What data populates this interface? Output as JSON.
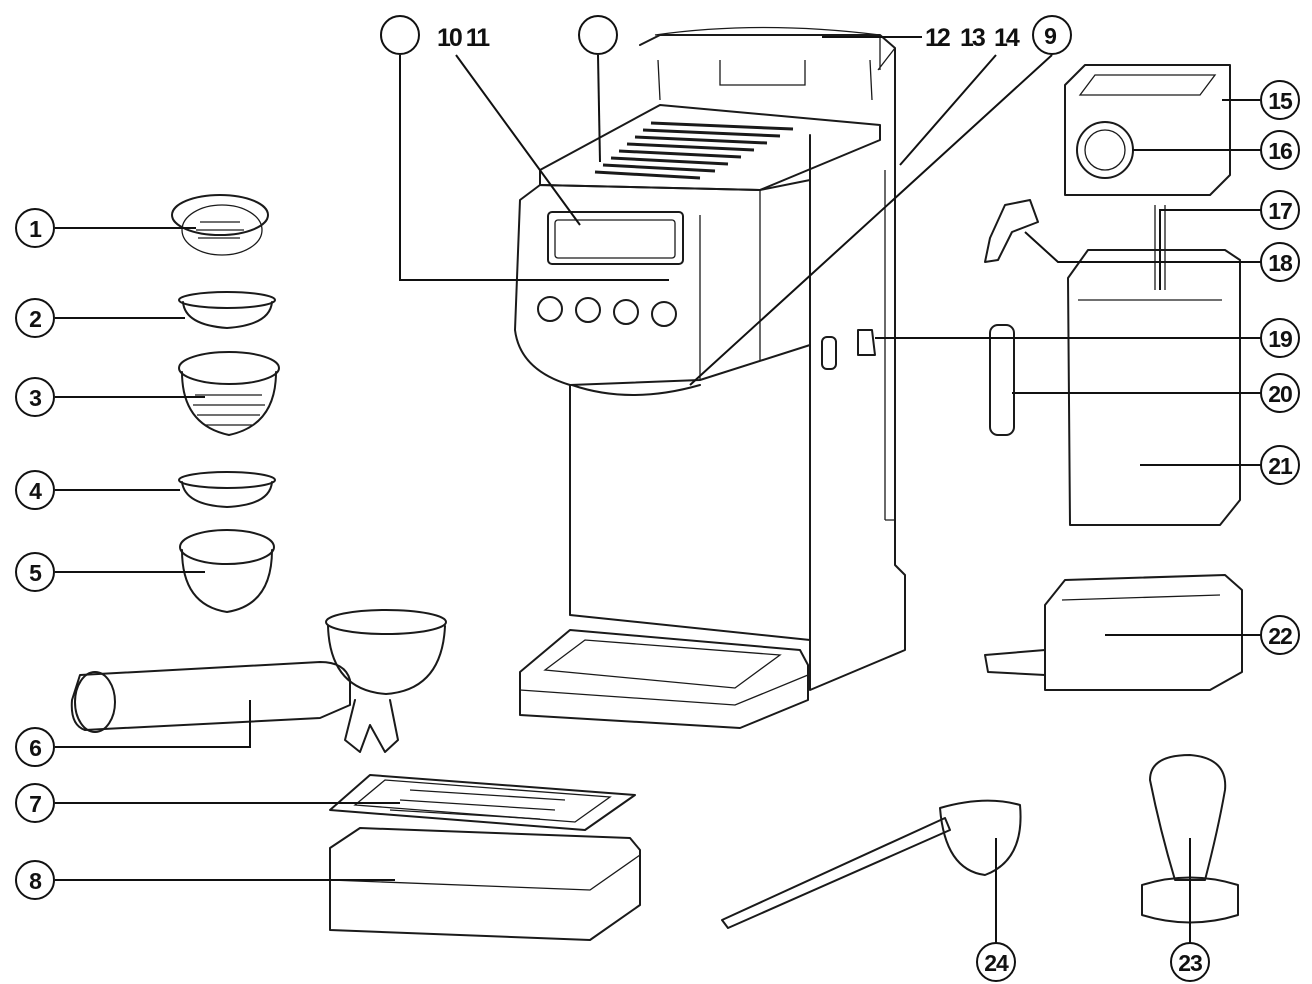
{
  "callouts": [
    {
      "id": "c1",
      "label": "1"
    },
    {
      "id": "c2",
      "label": "2"
    },
    {
      "id": "c3",
      "label": "3"
    },
    {
      "id": "c4",
      "label": "4"
    },
    {
      "id": "c5",
      "label": "5"
    },
    {
      "id": "c6",
      "label": "6"
    },
    {
      "id": "c7",
      "label": "7"
    },
    {
      "id": "c8",
      "label": "8"
    },
    {
      "id": "c9",
      "label": "9"
    },
    {
      "id": "c15",
      "label": "15"
    },
    {
      "id": "c16",
      "label": "16"
    },
    {
      "id": "c17",
      "label": "17"
    },
    {
      "id": "c18",
      "label": "18"
    },
    {
      "id": "c19",
      "label": "19"
    },
    {
      "id": "c20",
      "label": "20"
    },
    {
      "id": "c21",
      "label": "21"
    },
    {
      "id": "c22",
      "label": "22"
    },
    {
      "id": "c23",
      "label": "23"
    },
    {
      "id": "c24",
      "label": "24"
    }
  ],
  "top_labels": {
    "l10_11": "10 11",
    "l12": "12",
    "l13": "13",
    "l14": "14"
  }
}
